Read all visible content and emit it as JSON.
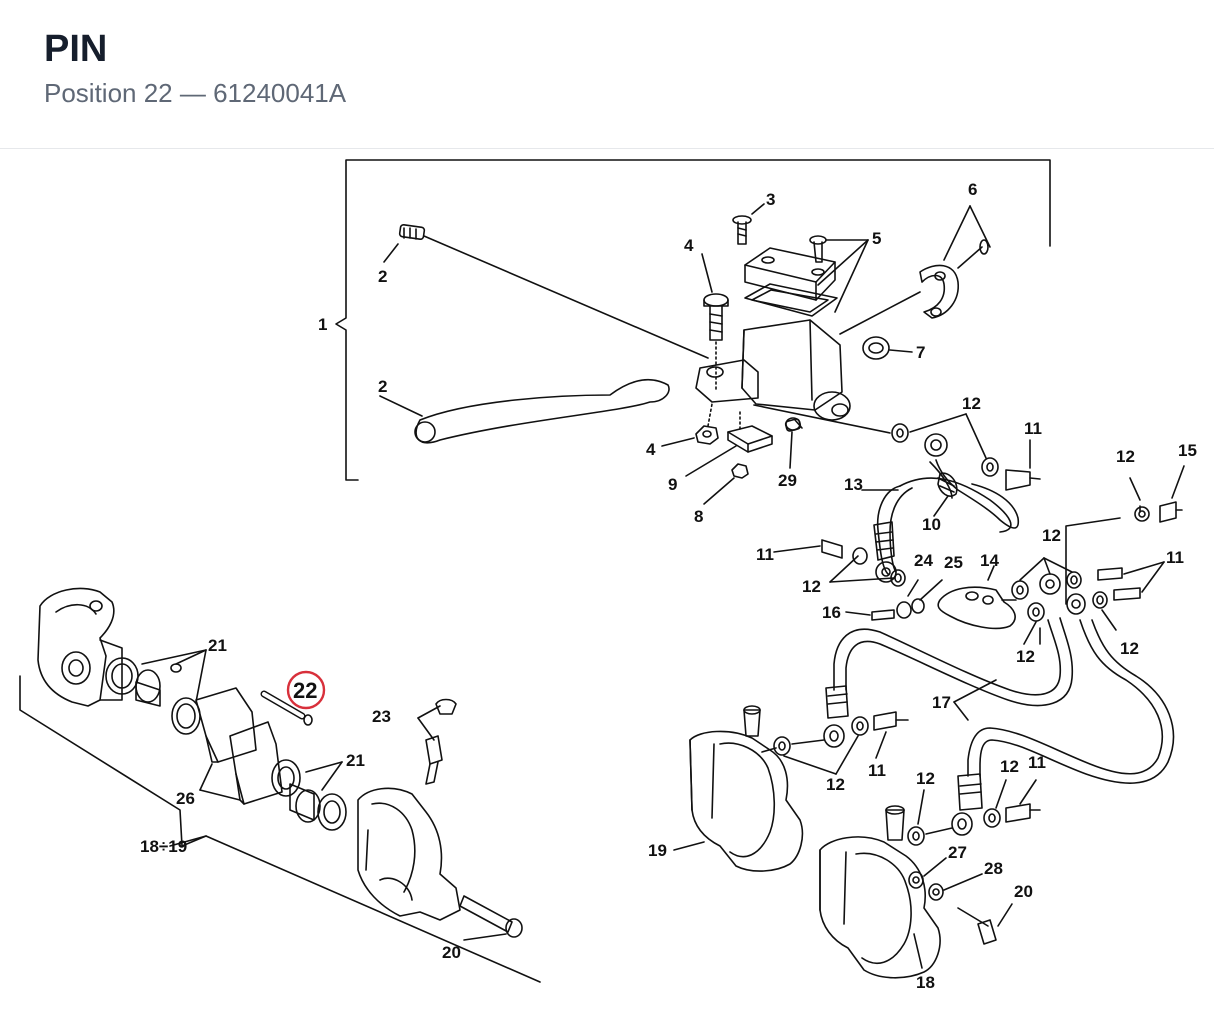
{
  "header": {
    "title": "PIN",
    "subtitle": "Position 22 — 61240041A"
  },
  "diagram": {
    "highlight": {
      "label": "22",
      "color": "#d8303b"
    },
    "labels": {
      "l1": "1",
      "l2a": "2",
      "l2b": "2",
      "l3": "3",
      "l4a": "4",
      "l4b": "4",
      "l5": "5",
      "l6": "6",
      "l7": "7",
      "l8": "8",
      "l9": "9",
      "l10": "10",
      "l11a": "11",
      "l11b": "11",
      "l11c": "11",
      "l11d": "11",
      "l11e": "11",
      "l12a": "12",
      "l12b": "12",
      "l12c": "12",
      "l12d": "12",
      "l12e": "12",
      "l12f": "12",
      "l12g": "12",
      "l12h": "12",
      "l12i": "12",
      "l13": "13",
      "l14": "14",
      "l15": "15",
      "l16": "16",
      "l17": "17",
      "l1819": "18÷19",
      "l18": "18",
      "l19": "19",
      "l20a": "20",
      "l20b": "20",
      "l21a": "21",
      "l21b": "21",
      "l23": "23",
      "l24": "24",
      "l25": "25",
      "l26": "26",
      "l27": "27",
      "l28": "28",
      "l29": "29"
    }
  }
}
